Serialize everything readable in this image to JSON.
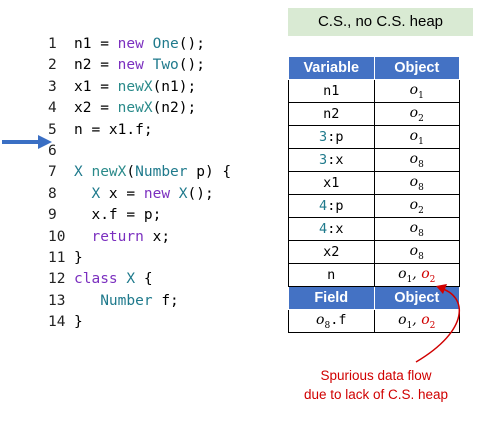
{
  "code_lines": [
    {
      "num": "1",
      "parts": [
        {
          "t": "n1 = "
        },
        {
          "t": "new",
          "c": "kw"
        },
        {
          "t": " "
        },
        {
          "t": "One",
          "c": "ty"
        },
        {
          "t": "();"
        }
      ]
    },
    {
      "num": "2",
      "parts": [
        {
          "t": "n2 = "
        },
        {
          "t": "new",
          "c": "kw"
        },
        {
          "t": " "
        },
        {
          "t": "Two",
          "c": "ty"
        },
        {
          "t": "();"
        }
      ]
    },
    {
      "num": "3",
      "parts": [
        {
          "t": "x1 = "
        },
        {
          "t": "newX",
          "c": "fn"
        },
        {
          "t": "(n1);"
        }
      ]
    },
    {
      "num": "4",
      "parts": [
        {
          "t": "x2 = "
        },
        {
          "t": "newX",
          "c": "fn"
        },
        {
          "t": "(n2);"
        }
      ]
    },
    {
      "num": "5",
      "parts": [
        {
          "t": "n = x1.f;"
        }
      ]
    },
    {
      "num": "6",
      "parts": []
    },
    {
      "num": "7",
      "parts": [
        {
          "t": "X",
          "c": "ty"
        },
        {
          "t": " "
        },
        {
          "t": "newX",
          "c": "fn"
        },
        {
          "t": "("
        },
        {
          "t": "Number",
          "c": "ty"
        },
        {
          "t": " p) {"
        }
      ]
    },
    {
      "num": "8",
      "parts": [
        {
          "t": "  "
        },
        {
          "t": "X",
          "c": "ty"
        },
        {
          "t": " x = "
        },
        {
          "t": "new",
          "c": "kw"
        },
        {
          "t": " "
        },
        {
          "t": "X",
          "c": "ty"
        },
        {
          "t": "();"
        }
      ]
    },
    {
      "num": "9",
      "parts": [
        {
          "t": "  x.f = p;"
        }
      ]
    },
    {
      "num": "10",
      "parts": [
        {
          "t": "  "
        },
        {
          "t": "return",
          "c": "kw"
        },
        {
          "t": " x;"
        }
      ]
    },
    {
      "num": "11",
      "parts": [
        {
          "t": "}"
        }
      ]
    },
    {
      "num": "12",
      "parts": [
        {
          "t": "class",
          "c": "kw"
        },
        {
          "t": " "
        },
        {
          "t": "X",
          "c": "ty"
        },
        {
          "t": " {"
        }
      ]
    },
    {
      "num": "13",
      "parts": [
        {
          "t": "   "
        },
        {
          "t": "Number",
          "c": "ty"
        },
        {
          "t": " f;"
        }
      ]
    },
    {
      "num": "14",
      "parts": [
        {
          "t": "}"
        }
      ]
    }
  ],
  "current_line": "5",
  "table": {
    "title": "C.S., no C.S. heap",
    "var_header": [
      "Variable",
      "Object"
    ],
    "var_rows": [
      {
        "var": [
          {
            "t": "n1"
          }
        ],
        "obj": [
          {
            "o": "1"
          }
        ]
      },
      {
        "var": [
          {
            "t": "n2"
          }
        ],
        "obj": [
          {
            "o": "2"
          }
        ]
      },
      {
        "var": [
          {
            "t": "3",
            "c": "num"
          },
          {
            "t": ":p"
          }
        ],
        "obj": [
          {
            "o": "1"
          }
        ]
      },
      {
        "var": [
          {
            "t": "3",
            "c": "num"
          },
          {
            "t": ":x"
          }
        ],
        "obj": [
          {
            "o": "8"
          }
        ]
      },
      {
        "var": [
          {
            "t": "x1"
          }
        ],
        "obj": [
          {
            "o": "8"
          }
        ]
      },
      {
        "var": [
          {
            "t": "4",
            "c": "num"
          },
          {
            "t": ":p"
          }
        ],
        "obj": [
          {
            "o": "2"
          }
        ]
      },
      {
        "var": [
          {
            "t": "4",
            "c": "num"
          },
          {
            "t": ":x"
          }
        ],
        "obj": [
          {
            "o": "8"
          }
        ]
      },
      {
        "var": [
          {
            "t": "x2"
          }
        ],
        "obj": [
          {
            "o": "8"
          }
        ]
      },
      {
        "var": [
          {
            "t": "n"
          }
        ],
        "obj": [
          {
            "o": "1"
          },
          {
            "o": "2",
            "red": true
          }
        ]
      }
    ],
    "field_header": [
      "Field",
      "Object"
    ],
    "field_rows": [
      {
        "var": [
          {
            "o": "8"
          },
          {
            "t": ".f"
          }
        ],
        "obj": [
          {
            "o": "1"
          },
          {
            "o": "2",
            "red": true
          }
        ]
      }
    ]
  },
  "annotation": [
    "Spurious data flow",
    "due to lack of C.S. heap"
  ],
  "colors": {
    "header_bg": "#4472c4",
    "title_bg": "#d9ead3",
    "arrow": "#3a6fc4",
    "red": "#d00000"
  }
}
